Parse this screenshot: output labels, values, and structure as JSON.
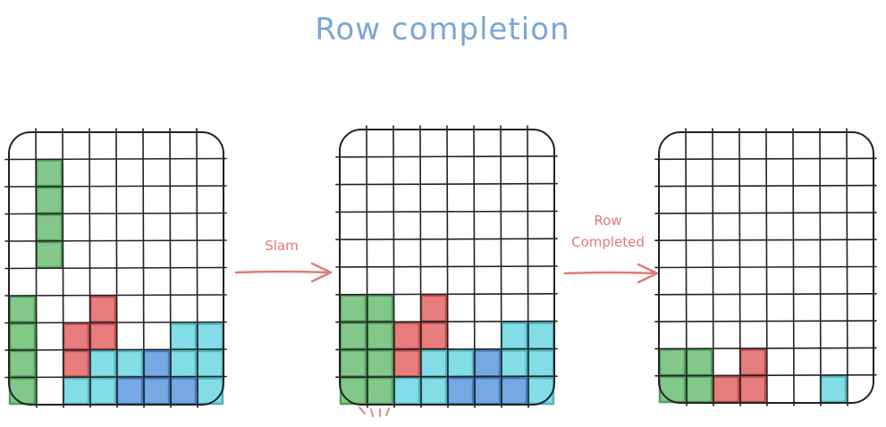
{
  "title": "Row completion",
  "colors": {
    "green": "#5fb86a",
    "red": "#e05858",
    "cyan": "#5fd3e0",
    "blue": "#4f8fdc",
    "title": "#7aa6d6",
    "arrow": "#e07a7a",
    "grid": "#222222"
  },
  "arrows": [
    {
      "id": "slam",
      "label_lines": [
        "Slam"
      ]
    },
    {
      "id": "row-completed",
      "label_lines": [
        "Row",
        "Completed"
      ]
    }
  ],
  "boards": [
    {
      "id": "before",
      "cols": 8,
      "rows": 10,
      "cells": [
        {
          "c": 1,
          "r": 1,
          "color": "green"
        },
        {
          "c": 1,
          "r": 2,
          "color": "green"
        },
        {
          "c": 1,
          "r": 3,
          "color": "green"
        },
        {
          "c": 1,
          "r": 4,
          "color": "green"
        },
        {
          "c": 0,
          "r": 6,
          "color": "green"
        },
        {
          "c": 0,
          "r": 7,
          "color": "green"
        },
        {
          "c": 0,
          "r": 8,
          "color": "green"
        },
        {
          "c": 0,
          "r": 9,
          "color": "green"
        },
        {
          "c": 3,
          "r": 6,
          "color": "red"
        },
        {
          "c": 2,
          "r": 7,
          "color": "red"
        },
        {
          "c": 3,
          "r": 7,
          "color": "red"
        },
        {
          "c": 2,
          "r": 8,
          "color": "red"
        },
        {
          "c": 3,
          "r": 8,
          "color": "cyan"
        },
        {
          "c": 4,
          "r": 8,
          "color": "cyan"
        },
        {
          "c": 2,
          "r": 9,
          "color": "cyan"
        },
        {
          "c": 3,
          "r": 9,
          "color": "cyan"
        },
        {
          "c": 4,
          "r": 9,
          "color": "blue"
        },
        {
          "c": 5,
          "r": 8,
          "color": "blue"
        },
        {
          "c": 5,
          "r": 9,
          "color": "blue"
        },
        {
          "c": 6,
          "r": 9,
          "color": "blue"
        },
        {
          "c": 6,
          "r": 7,
          "color": "cyan"
        },
        {
          "c": 7,
          "r": 7,
          "color": "cyan"
        },
        {
          "c": 6,
          "r": 8,
          "color": "cyan"
        },
        {
          "c": 7,
          "r": 8,
          "color": "cyan"
        },
        {
          "c": 7,
          "r": 9,
          "color": "cyan"
        }
      ]
    },
    {
      "id": "after-slam",
      "cols": 8,
      "rows": 10,
      "cells": [
        {
          "c": 0,
          "r": 6,
          "color": "green"
        },
        {
          "c": 0,
          "r": 7,
          "color": "green"
        },
        {
          "c": 0,
          "r": 8,
          "color": "green"
        },
        {
          "c": 0,
          "r": 9,
          "color": "green"
        },
        {
          "c": 1,
          "r": 6,
          "color": "green"
        },
        {
          "c": 1,
          "r": 7,
          "color": "green"
        },
        {
          "c": 1,
          "r": 8,
          "color": "green"
        },
        {
          "c": 1,
          "r": 9,
          "color": "green"
        },
        {
          "c": 3,
          "r": 6,
          "color": "red"
        },
        {
          "c": 2,
          "r": 7,
          "color": "red"
        },
        {
          "c": 3,
          "r": 7,
          "color": "red"
        },
        {
          "c": 2,
          "r": 8,
          "color": "red"
        },
        {
          "c": 3,
          "r": 8,
          "color": "cyan"
        },
        {
          "c": 4,
          "r": 8,
          "color": "cyan"
        },
        {
          "c": 2,
          "r": 9,
          "color": "cyan"
        },
        {
          "c": 3,
          "r": 9,
          "color": "cyan"
        },
        {
          "c": 4,
          "r": 9,
          "color": "blue"
        },
        {
          "c": 5,
          "r": 8,
          "color": "blue"
        },
        {
          "c": 5,
          "r": 9,
          "color": "blue"
        },
        {
          "c": 6,
          "r": 9,
          "color": "blue"
        },
        {
          "c": 6,
          "r": 7,
          "color": "cyan"
        },
        {
          "c": 7,
          "r": 7,
          "color": "cyan"
        },
        {
          "c": 6,
          "r": 8,
          "color": "cyan"
        },
        {
          "c": 7,
          "r": 8,
          "color": "cyan"
        },
        {
          "c": 7,
          "r": 9,
          "color": "cyan"
        }
      ]
    },
    {
      "id": "after-completion",
      "cols": 8,
      "rows": 10,
      "cells": [
        {
          "c": 0,
          "r": 8,
          "color": "green"
        },
        {
          "c": 0,
          "r": 9,
          "color": "green"
        },
        {
          "c": 1,
          "r": 8,
          "color": "green"
        },
        {
          "c": 1,
          "r": 9,
          "color": "green"
        },
        {
          "c": 3,
          "r": 8,
          "color": "red"
        },
        {
          "c": 2,
          "r": 9,
          "color": "red"
        },
        {
          "c": 3,
          "r": 9,
          "color": "red"
        },
        {
          "c": 6,
          "r": 9,
          "color": "cyan"
        }
      ]
    }
  ]
}
